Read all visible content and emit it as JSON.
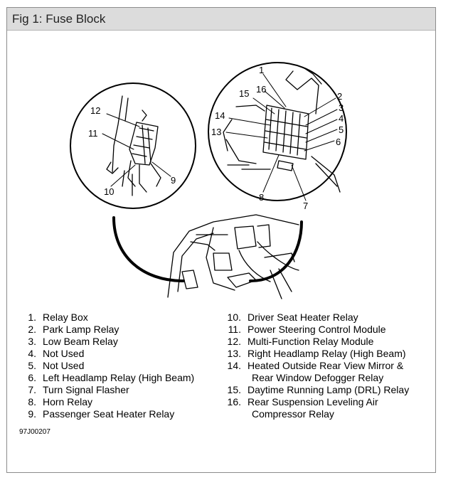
{
  "header": {
    "title": "Fig 1: Fuse Block"
  },
  "callouts": {
    "left": [
      "12",
      "11",
      "9",
      "10"
    ],
    "right": [
      "1",
      "16",
      "15",
      "2",
      "3",
      "14",
      "4",
      "13",
      "5",
      "6",
      "8",
      "7"
    ]
  },
  "legend_left": [
    {
      "num": "1.",
      "text": "Relay Box"
    },
    {
      "num": "2.",
      "text": "Park Lamp Relay"
    },
    {
      "num": "3.",
      "text": "Low Beam Relay"
    },
    {
      "num": "4.",
      "text": "Not Used"
    },
    {
      "num": "5.",
      "text": "Not Used"
    },
    {
      "num": "6.",
      "text": "Left Headlamp Relay (High Beam)"
    },
    {
      "num": "7.",
      "text": "Turn Signal Flasher"
    },
    {
      "num": "8.",
      "text": "Horn Relay"
    },
    {
      "num": "9.",
      "text": "Passenger Seat Heater Relay"
    }
  ],
  "legend_right": [
    {
      "num": "10.",
      "text": "Driver Seat Heater Relay"
    },
    {
      "num": "11.",
      "text": "Power Steering Control Module"
    },
    {
      "num": "12.",
      "text": "Multi-Function Relay Module"
    },
    {
      "num": "13.",
      "text": "Right Headlamp Relay (High Beam)"
    },
    {
      "num": "14.",
      "text": "Heated Outside Rear View Mirror &"
    },
    {
      "num": "",
      "text": "Rear Window Defogger Relay"
    },
    {
      "num": "15.",
      "text": "Daytime Running Lamp (DRL) Relay"
    },
    {
      "num": "16.",
      "text": "Rear Suspension Leveling Air"
    },
    {
      "num": "",
      "text": "Compressor Relay"
    }
  ],
  "figure_code": "97J00207"
}
